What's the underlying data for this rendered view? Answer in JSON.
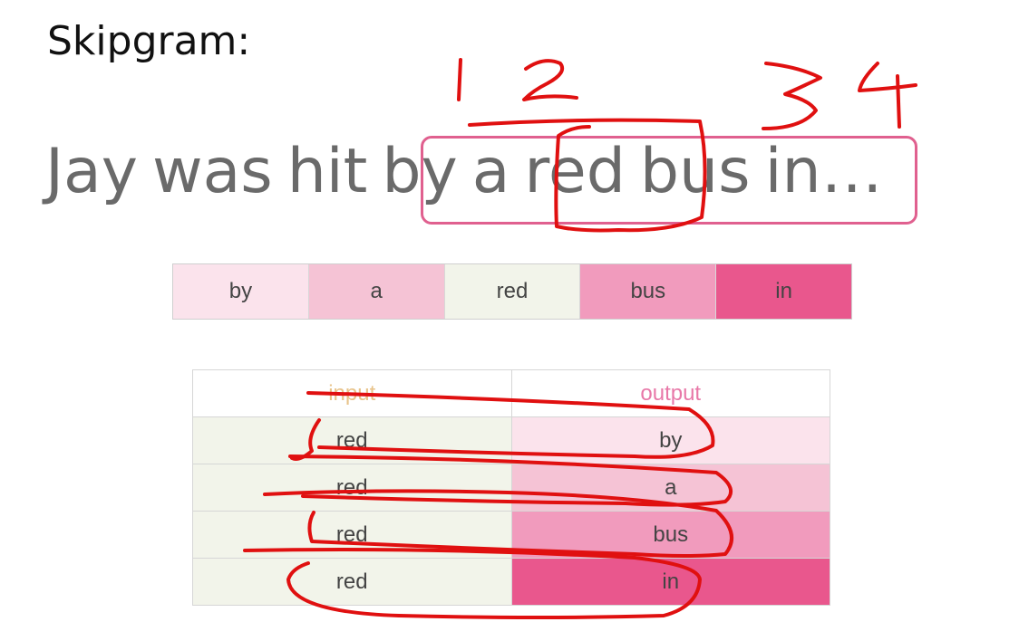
{
  "title": "Skipgram:",
  "sentence": {
    "words": [
      "Jay",
      "was",
      "hit",
      "by",
      "a",
      "red",
      "bus",
      "in…"
    ]
  },
  "window": {
    "words": [
      {
        "text": "by",
        "color": "#fbe3ec"
      },
      {
        "text": "a",
        "color": "#f5c3d5"
      },
      {
        "text": "red",
        "color": "#f2f4ea"
      },
      {
        "text": "bus",
        "color": "#f19bbd"
      },
      {
        "text": "in",
        "color": "#e9578d"
      }
    ]
  },
  "table": {
    "headers": {
      "input": "input",
      "output": "output"
    },
    "rows": [
      {
        "input": "red",
        "output": "by",
        "output_color": "#fbe3ec"
      },
      {
        "input": "red",
        "output": "a",
        "output_color": "#f5c3d5"
      },
      {
        "input": "red",
        "output": "bus",
        "output_color": "#f19bbd"
      },
      {
        "input": "red",
        "output": "in",
        "output_color": "#e9578d"
      }
    ]
  },
  "annotations": {
    "numbers": [
      "1",
      "2",
      "3",
      "4"
    ],
    "ink_color": "#e01010"
  }
}
